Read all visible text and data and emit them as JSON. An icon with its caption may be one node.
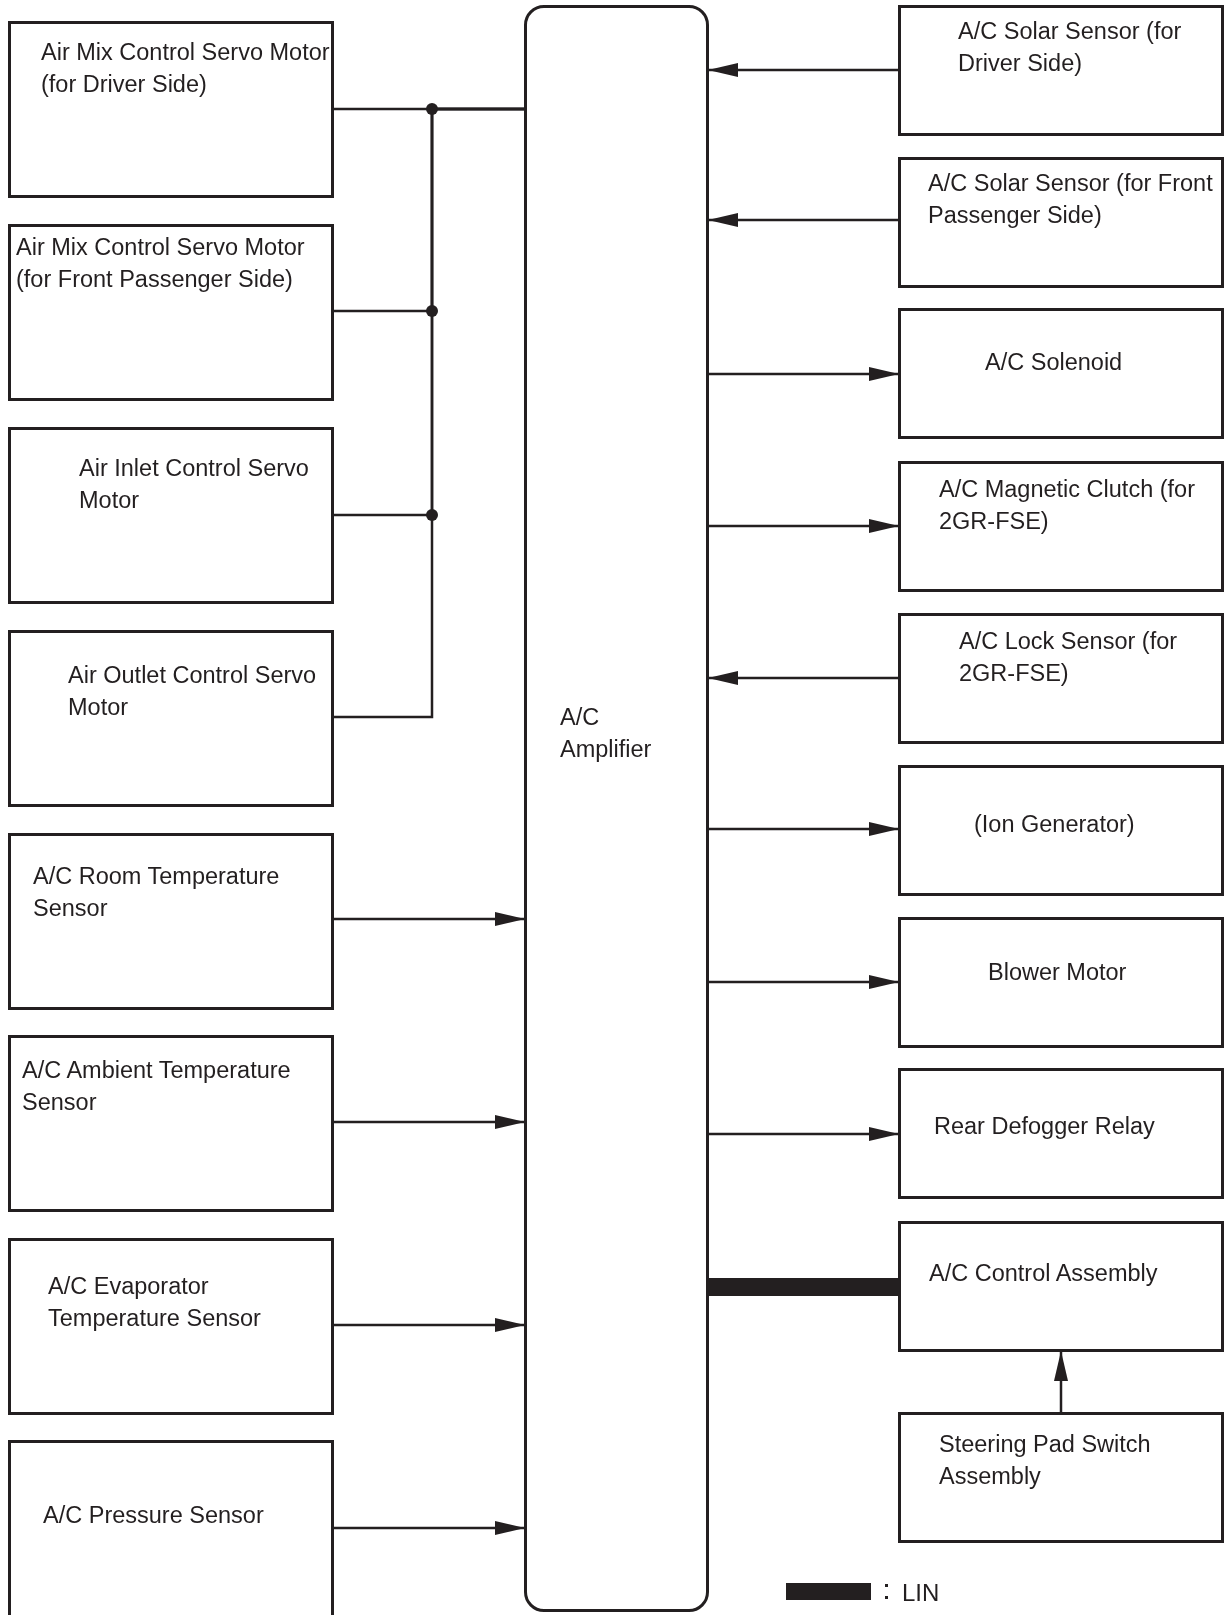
{
  "diagram": {
    "nodes": [
      {
        "text": [
          "Air Mix Control Servo Motor (for Driver Side)"
        ]
      },
      {
        "text": [
          "Air Mix Control Servo Motor (for Front Passenger Side)"
        ]
      },
      {
        "text": [
          "Air Inlet Control Servo Motor"
        ]
      },
      {
        "text": [
          "Air Outlet Control Servo Motor"
        ]
      },
      {
        "text": [
          "A/C Room Temperature Sensor"
        ]
      },
      {
        "text": [
          "A/C Ambient Temperature Sensor"
        ]
      },
      {
        "text": [
          "A/C Evaporator Temperature Sensor"
        ]
      },
      {
        "text": [
          "A/C Pressure Sensor"
        ]
      },
      {
        "text": [
          "A/C Amplifier"
        ]
      },
      {
        "text": [
          "A/C Solar Sensor (for Driver Side)"
        ]
      },
      {
        "text": [
          "A/C Solar Sensor (for Front Passenger Side)"
        ]
      },
      {
        "text": [
          "A/C Solenoid"
        ]
      },
      {
        "text": [
          "A/C Magnetic Clutch (for 2GR-FSE)"
        ]
      },
      {
        "text": [
          "A/C Lock Sensor (for 2GR-FSE)"
        ]
      },
      {
        "text": [
          "(Ion Generator)"
        ]
      },
      {
        "text": [
          "Blower Motor"
        ]
      },
      {
        "text": [
          "Rear Defogger Relay"
        ]
      },
      {
        "text": [
          "A/C Control Assembly"
        ]
      },
      {
        "text": [
          "Steering Pad Switch Assembly"
        ]
      }
    ],
    "edges": [
      {
        "from": 0,
        "to": 8,
        "arrow": "none"
      },
      {
        "from": 1,
        "to": 8,
        "arrow": "none"
      },
      {
        "from": 2,
        "to": 8,
        "arrow": "none"
      },
      {
        "from": 3,
        "to": 8,
        "arrow": "none"
      },
      {
        "from": 4,
        "to": 8,
        "arrow": "to"
      },
      {
        "from": 5,
        "to": 8,
        "arrow": "to"
      },
      {
        "from": 6,
        "to": 8,
        "arrow": "to"
      },
      {
        "from": 7,
        "to": 8,
        "arrow": "to"
      },
      {
        "from": 9,
        "to": 8,
        "arrow": "to"
      },
      {
        "from": 10,
        "to": 8,
        "arrow": "to"
      },
      {
        "from": 8,
        "to": 11,
        "arrow": "to"
      },
      {
        "from": 8,
        "to": 12,
        "arrow": "to"
      },
      {
        "from": 13,
        "to": 8,
        "arrow": "to"
      },
      {
        "from": 8,
        "to": 14,
        "arrow": "to"
      },
      {
        "from": 8,
        "to": 15,
        "arrow": "to"
      },
      {
        "from": 8,
        "to": 16,
        "arrow": "to"
      },
      {
        "from": 8,
        "to": 17,
        "arrow": "none",
        "style": "thick"
      },
      {
        "from": 18,
        "to": 17,
        "arrow": "to"
      }
    ],
    "legend": [
      {
        "text": "LIN",
        "color": "#231f20"
      }
    ]
  }
}
